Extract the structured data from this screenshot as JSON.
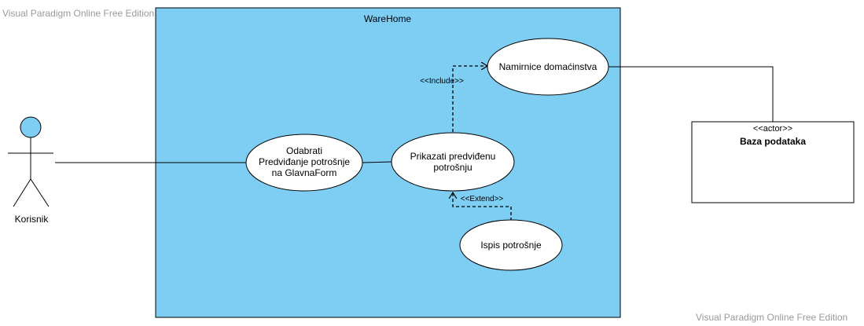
{
  "watermarks": {
    "top": "Visual Paradigm Online Free Edition",
    "bottom": "Visual Paradigm Online Free Edition"
  },
  "system": {
    "name": "WareHome"
  },
  "actors": {
    "user": {
      "name": "Korisnik"
    },
    "database": {
      "stereotype": "<<actor>>",
      "name": "Baza podataka"
    }
  },
  "use_cases": {
    "select": {
      "lines": [
        "Odabrati",
        "Predviđanje potrošnje",
        "na GlavnaForm"
      ]
    },
    "show": {
      "lines": [
        "Prikazati predviđenu",
        "potrošnju"
      ]
    },
    "groceries": {
      "lines": [
        "Namirnice domaćinstva"
      ]
    },
    "print": {
      "lines": [
        "Ispis potrošnje"
      ]
    }
  },
  "relations": {
    "include": "<<Include>>",
    "extend": "<<Extend>>"
  },
  "colors": {
    "system_fill": "#7ecef4",
    "actor_head": "#7ecef4",
    "line": "#000000",
    "usecase_fill": "#ffffff"
  }
}
